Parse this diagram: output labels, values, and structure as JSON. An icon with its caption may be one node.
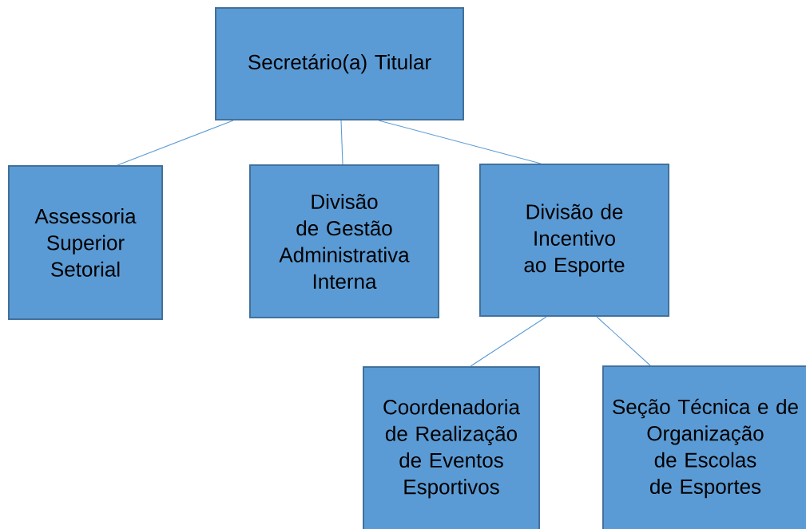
{
  "diagram": {
    "nodes": [
      {
        "text": [
          "Secretário(a) Titular"
        ]
      },
      {
        "text": [
          "Assessoria Superior Setorial"
        ]
      },
      {
        "text": [
          "Divisão de Gestão Administrativa Interna"
        ]
      },
      {
        "text": [
          "Divisão de Incentivo ao Esporte"
        ]
      },
      {
        "text": [
          "Coordenadoria de Realização de Eventos Esportivos"
        ]
      },
      {
        "text": [
          "Seção Técnica e de Organização de Escolas de Esportes"
        ]
      }
    ],
    "edges": [
      {
        "from": 0,
        "to": 1,
        "arrow": "none"
      },
      {
        "from": 0,
        "to": 2,
        "arrow": "none"
      },
      {
        "from": 0,
        "to": 3,
        "arrow": "none"
      },
      {
        "from": 3,
        "to": 4,
        "arrow": "none"
      },
      {
        "from": 3,
        "to": 5,
        "arrow": "none"
      }
    ]
  }
}
